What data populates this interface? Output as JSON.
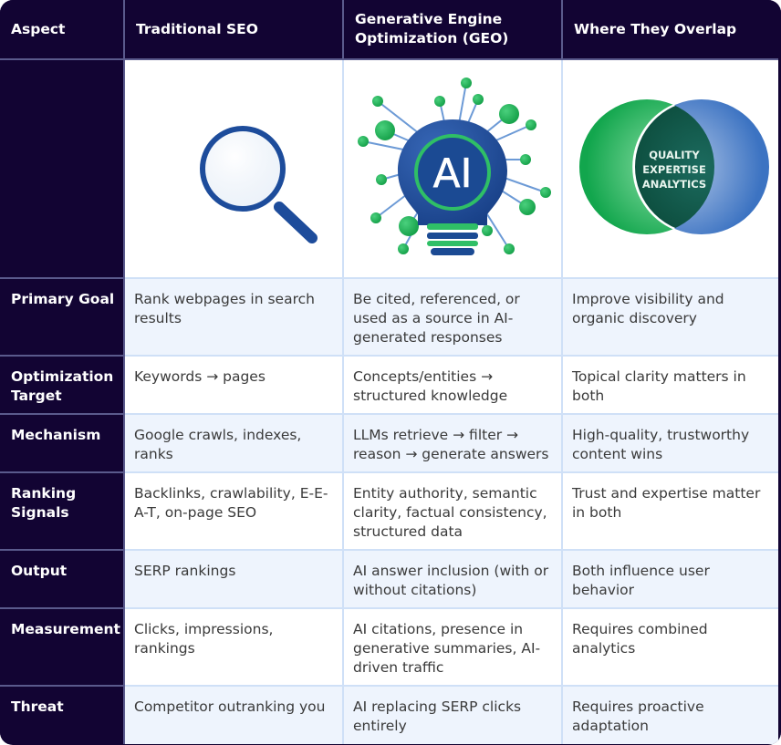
{
  "table": {
    "headers": [
      "Aspect",
      "Traditional SEO",
      "Generative Engine Optimization (GEO)",
      "Where They Overlap"
    ],
    "illustrations": {
      "seo": {
        "icon": "magnifier-over-text-lines-icon"
      },
      "geo": {
        "icon": "ai-lightbulb-network-icon",
        "label": "AI"
      },
      "overlap": {
        "icon": "venn-diagram-icon",
        "lines": [
          "QUALITY",
          "EXPERTISE",
          "ANALYTICS"
        ]
      }
    },
    "rows": [
      {
        "aspect": "Primary Goal",
        "seo": "Rank webpages in search results",
        "geo": "Be cited, referenced, or used as a source in AI-generated responses",
        "overlap": "Improve visibility and organic discovery"
      },
      {
        "aspect": "Optimization Target",
        "seo": "Keywords → pages",
        "geo": "Concepts/entities → structured knowledge",
        "overlap": "Topical clarity matters in both"
      },
      {
        "aspect": "Mechanism",
        "seo": "Google crawls, indexes, ranks",
        "geo": "LLMs retrieve → filter → reason → generate answers",
        "overlap": "High-quality, trustworthy content wins"
      },
      {
        "aspect": "Ranking Signals",
        "seo": "Backlinks, crawlability, E-E-A-T, on-page SEO",
        "geo": "Entity authority, semantic clarity, factual consistency, structured data",
        "overlap": "Trust and expertise matter in both"
      },
      {
        "aspect": "Output",
        "seo": "SERP rankings",
        "geo": "AI answer inclusion (with or without citations)",
        "overlap": "Both influence user behavior"
      },
      {
        "aspect": "Measurement",
        "seo": "Clicks, impressions, rankings",
        "geo": "AI citations, presence in generative summaries, AI-driven traffic",
        "overlap": "Requires combined analytics"
      },
      {
        "aspect": "Threat",
        "seo": "Competitor outranking you",
        "geo": "AI replacing SERP clicks entirely",
        "overlap": "Requires proactive adaptation"
      }
    ]
  },
  "colors": {
    "header_bg": "#120433",
    "shade_row": "#eef4fd",
    "green": "#1fb35a",
    "blue": "#1e4d9a"
  }
}
